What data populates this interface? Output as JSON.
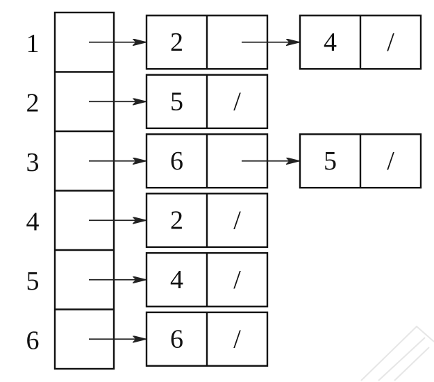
{
  "diagram": {
    "type": "adjacency-list",
    "null_marker": "/",
    "vertices": [
      {
        "label": "1",
        "neighbors": [
          "2",
          "4"
        ]
      },
      {
        "label": "2",
        "neighbors": [
          "5"
        ]
      },
      {
        "label": "3",
        "neighbors": [
          "6",
          "5"
        ]
      },
      {
        "label": "4",
        "neighbors": [
          "2"
        ]
      },
      {
        "label": "5",
        "neighbors": [
          "4"
        ]
      },
      {
        "label": "6",
        "neighbors": [
          "6"
        ]
      }
    ]
  },
  "colors": {
    "stroke": "#111111",
    "background": "#ffffff"
  }
}
